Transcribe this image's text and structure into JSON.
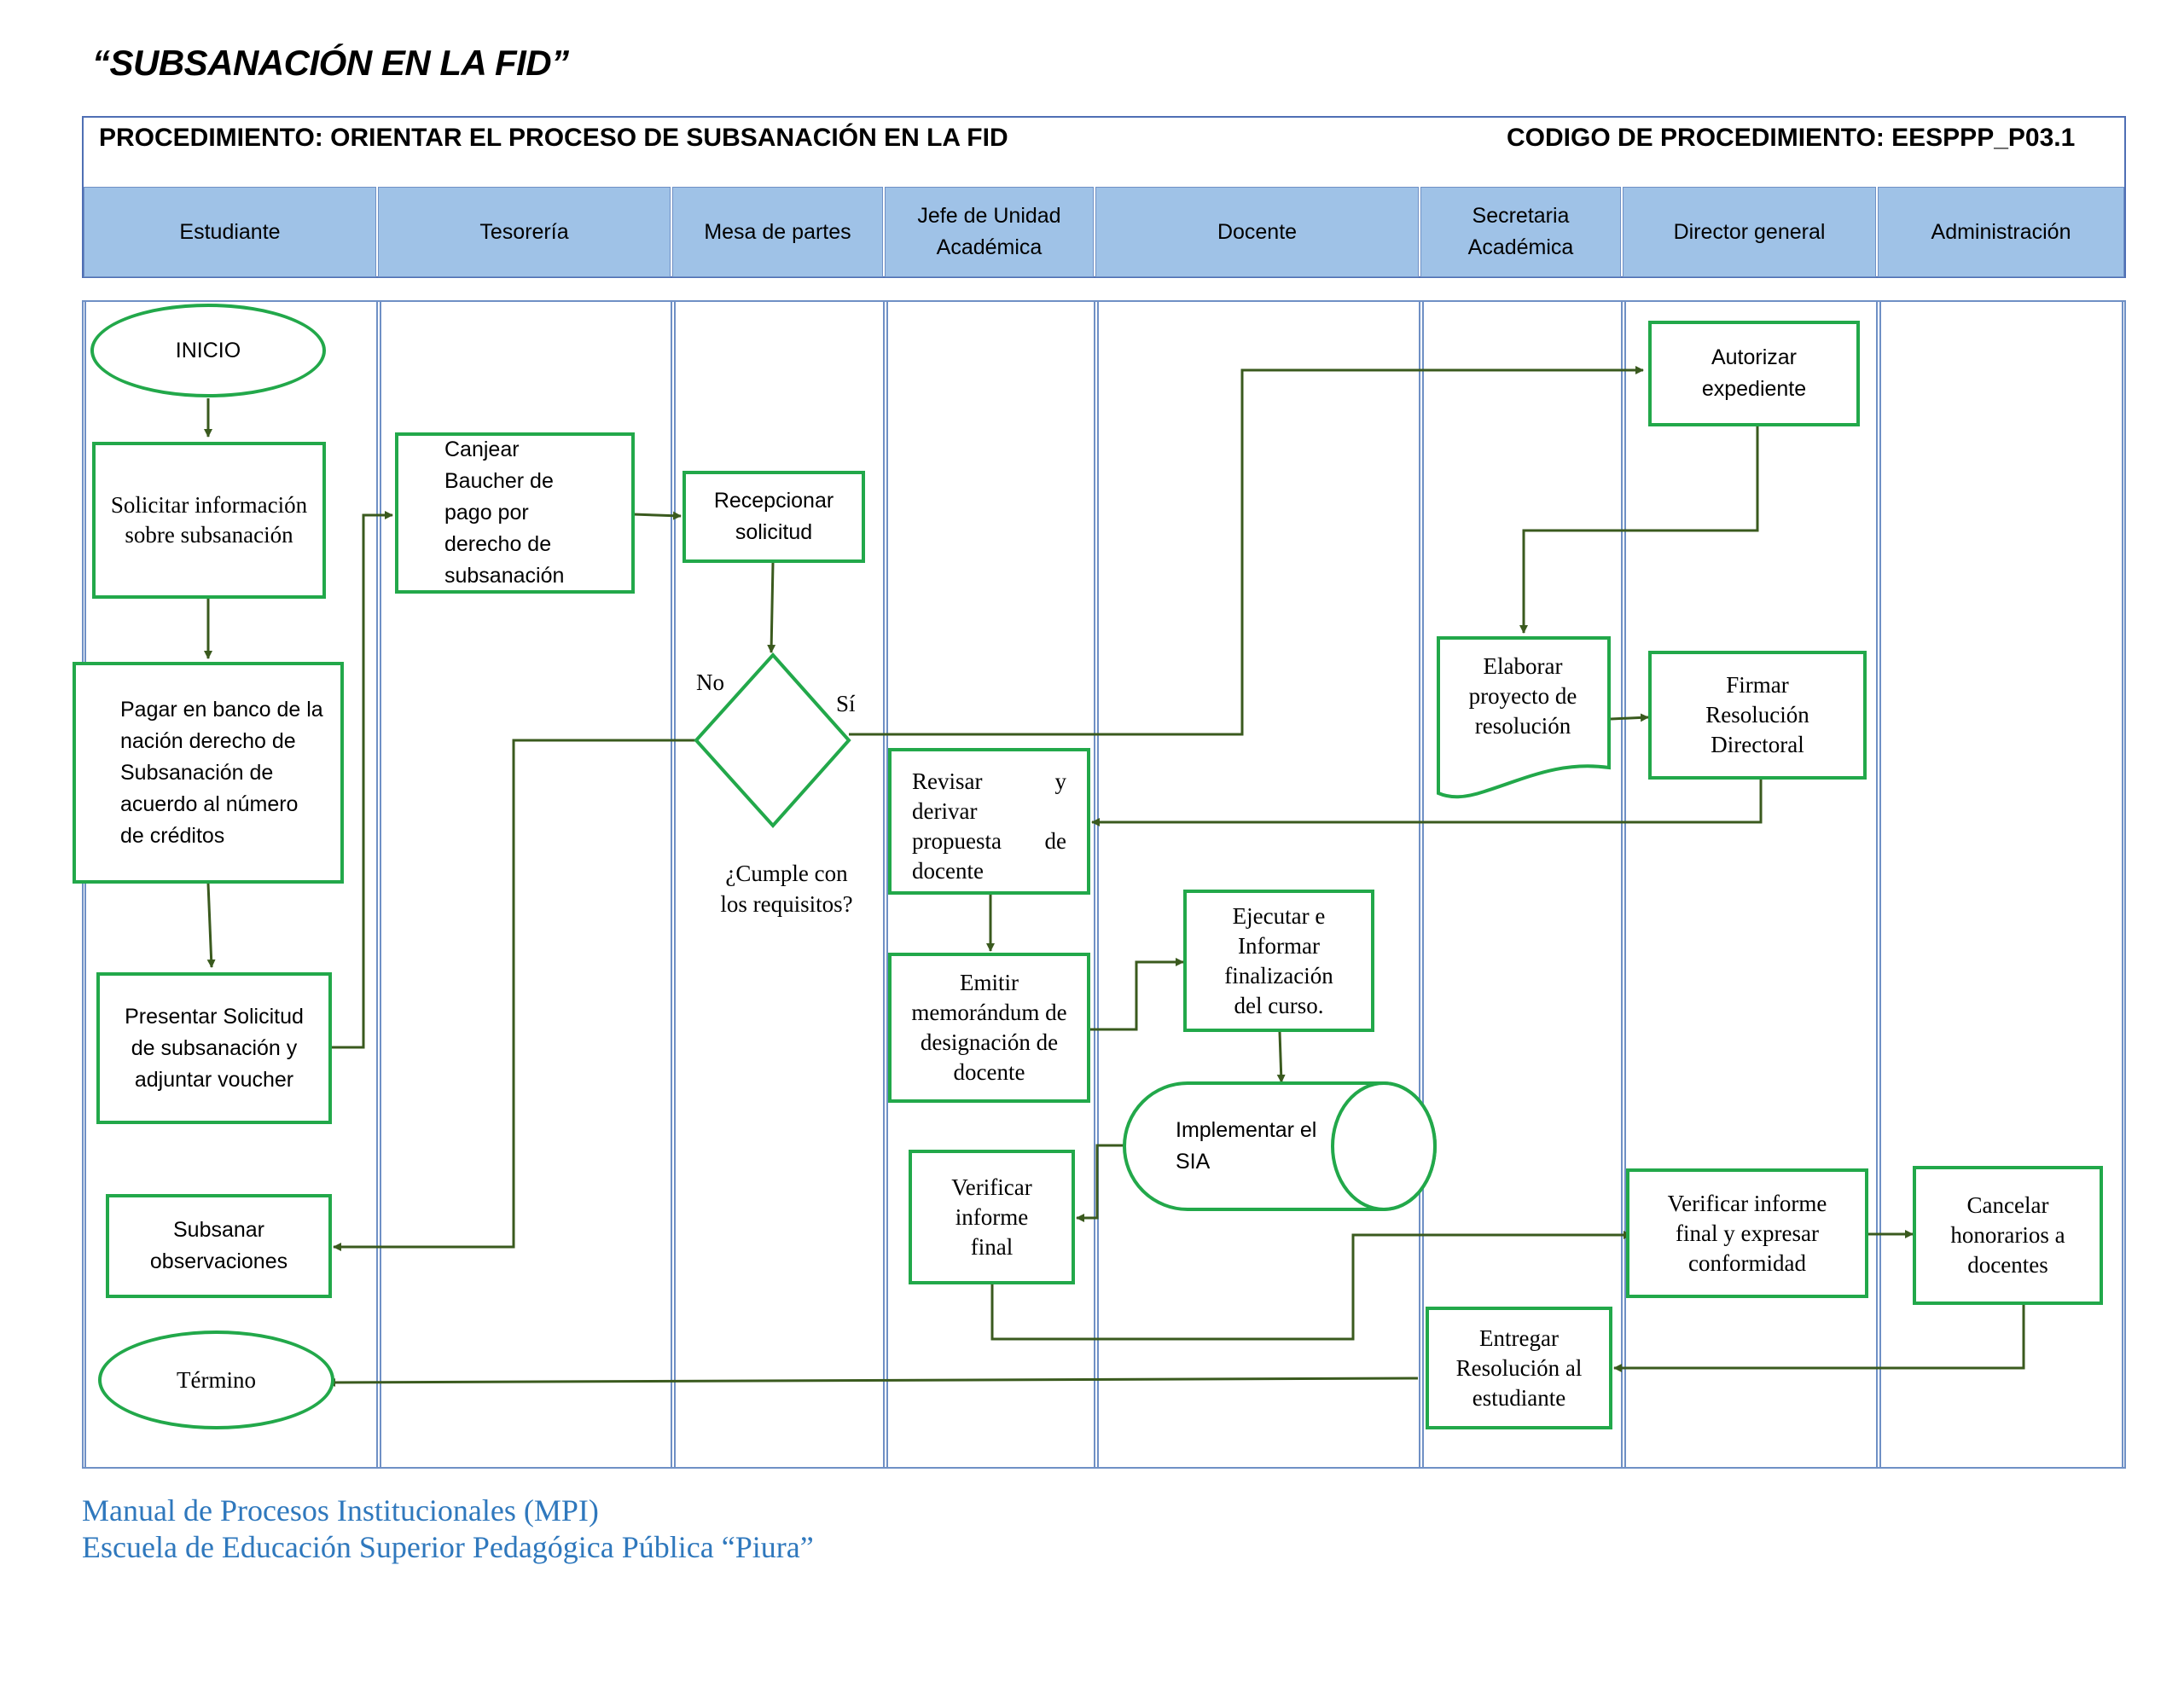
{
  "title": "“SUBSANACIÓN EN LA FID”",
  "header": {
    "procedure": "PROCEDIMIENTO:  ORIENTAR EL PROCESO DE SUBSANACIÓN   EN LA FID",
    "code": "CODIGO DE PROCEDIMIENTO: EESPPP_P03.1"
  },
  "lanes": [
    "Estudiante",
    "Tesorería",
    "Mesa de partes",
    "Jefe de Unidad Académica",
    "Docente",
    "Secretaria Académica",
    "Director general",
    "Administración"
  ],
  "nodes": {
    "inicio": "INICIO",
    "solicitar": "Solicitar información sobre subsanación",
    "pagar": "Pagar en banco de la nación derecho de Subsanación de acuerdo al número de créditos",
    "presentar": "Presentar Solicitud de subsanación y adjuntar voucher",
    "subsanar": "Subsanar observaciones",
    "termino": "Término",
    "canjear": "Canjear Baucher de pago por derecho de subsanación",
    "recepcionar": "Recepcionar solicitud",
    "decision_question": "¿Cumple con los requisitos?",
    "decision_no": "No",
    "decision_si": "Sí",
    "revisar": "Revisar y derivar propuesta de docente",
    "emitir": "Emitir memorándum de designación de docente",
    "verificar_final": "Verificar informe final",
    "ejecutar": "Ejecutar e Informar finalización del curso.",
    "implementar": "Implementar el SIA",
    "elaborar": "Elaborar proyecto de resolución",
    "entregar": "Entregar Resolución al estudiante",
    "autorizar": "Autorizar expediente",
    "firmar": "Firmar Resolución Directoral",
    "verificar_conformidad": "Verificar informe final y expresar conformidad",
    "cancelar": "Cancelar honorarios a docentes"
  },
  "footer": {
    "line1": "Manual de Procesos Institucionales (MPI)",
    "line2": "Escuela de Educación Superior Pedagógica Pública “Piura”"
  },
  "colors": {
    "node_border": "#22a84a",
    "arrow": "#3a5a1e",
    "lane_header_fill": "#9fc2e7",
    "lane_border": "#6f90c5",
    "footer_text": "#2f78bd"
  }
}
